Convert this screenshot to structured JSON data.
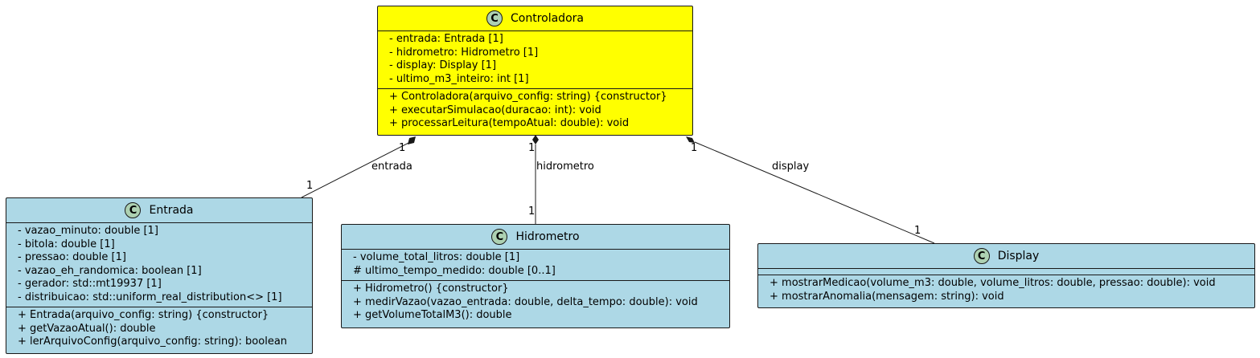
{
  "classes": {
    "controladora": {
      "name": "Controladora",
      "badge": "C",
      "color": "#FFFF00",
      "attributes": [
        "- entrada: Entrada [1]",
        "- hidrometro: Hidrometro [1]",
        "- display: Display [1]",
        "- ultimo_m3_inteiro: int [1]"
      ],
      "methods": [
        "+ Controladora(arquivo_config: string) {constructor}",
        "+ executarSimulacao(duracao: int): void",
        "+ processarLeitura(tempoAtual: double): void"
      ]
    },
    "entrada": {
      "name": "Entrada",
      "badge": "C",
      "color": "#ADD8E6",
      "attributes": [
        "- vazao_minuto: double [1]",
        "- bitola: double [1]",
        "- pressao: double [1]",
        "- vazao_eh_randomica: boolean [1]",
        "- gerador: std::mt19937 [1]",
        "- distribuicao: std::uniform_real_distribution<> [1]"
      ],
      "methods": [
        "+ Entrada(arquivo_config: string) {constructor}",
        "+ getVazaoAtual(): double",
        "+ lerArquivoConfig(arquivo_config: string): boolean"
      ]
    },
    "hidrometro": {
      "name": "Hidrometro",
      "badge": "C",
      "color": "#ADD8E6",
      "attributes": [
        "- volume_total_litros: double [1]",
        "# ultimo_tempo_medido: double [0..1]"
      ],
      "methods": [
        "+ Hidrometro() {constructor}",
        "+ medirVazao(vazao_entrada: double, delta_tempo: double): void",
        "+ getVolumeTotalM3(): double"
      ]
    },
    "display": {
      "name": "Display",
      "badge": "C",
      "color": "#ADD8E6",
      "attributes": [],
      "methods": [
        "+ mostrarMedicao(volume_m3: double, volume_litros: double, pressao: double): void",
        "+ mostrarAnomalia(mensagem: string): void"
      ]
    }
  },
  "relations": {
    "entrada": {
      "label": "entrada",
      "source_mult": "1",
      "target_mult": "1"
    },
    "hidrometro": {
      "label": "hidrometro",
      "source_mult": "1",
      "target_mult": "1"
    },
    "display": {
      "label": "display",
      "source_mult": "1",
      "target_mult": "1"
    }
  }
}
